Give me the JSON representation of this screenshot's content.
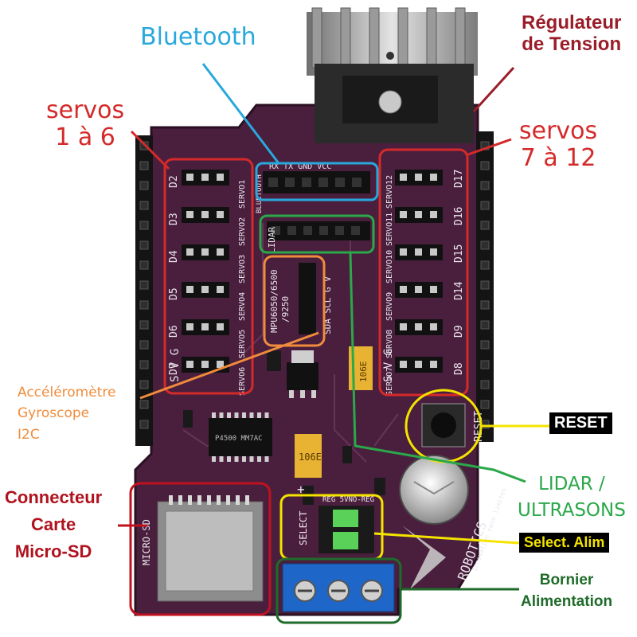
{
  "labels": {
    "bluetooth": "Bluetooth",
    "regulator_line1": "Régulateur",
    "regulator_line2": "de Tension",
    "servos_left_line1": "servos",
    "servos_left_line2": "1 à 6",
    "servos_right_line1": "servos",
    "servos_right_line2": "7 à 12",
    "accel_line1": "Accéléromètre",
    "accel_line2": "Gyroscope",
    "accel_line3": "I2C",
    "reset": "RESET",
    "sd_line1": "Connecteur",
    "sd_line2": "Carte",
    "sd_line3": "Micro-SD",
    "lidar_line1": "LIDAR /",
    "lidar_line2": "ULTRASONS",
    "select_alim": "Select. Alim",
    "bornier_line1": "Bornier",
    "bornier_line2": "Alimentation"
  },
  "silkscreen": {
    "servo_left": [
      "SERVO1",
      "SERVO2",
      "SERVO3",
      "SERVO4",
      "SERVO5",
      "SERVO6"
    ],
    "pins_left": [
      "D2",
      "D3",
      "D4",
      "D5",
      "D6",
      "D7"
    ],
    "servo_right": [
      "SERVO12",
      "SERVO11",
      "SERVO10",
      "SERVO9",
      "SERVO8",
      "SERVO7"
    ],
    "pins_right": [
      "D17",
      "D16",
      "D15",
      "D14",
      "D9",
      "D8"
    ],
    "sgv": "S V G",
    "bt_header": "RX TX GND VCC",
    "bt_vertical": "BLUETOOTH",
    "lidar": "LIDAR",
    "mpu_line1": "MPU6050/6500",
    "mpu_line2": "/9250",
    "i2c_pins": "SDA SCL G V",
    "reset": "RESET",
    "micro_sd": "MICRO-SD",
    "select": "SELECT",
    "reg_switch": "REG 5VNO-REG",
    "cap1": "106E",
    "cap2": "106E",
    "chip": "P4500 MM7AC",
    "brand": "ROBOTICS",
    "brand_sub": "Innovation sans limites",
    "plus": "+"
  },
  "colors": {
    "pcb": "#4a1f3d",
    "red": "#d42a2a",
    "dark_red": "#9a1e2a",
    "blue": "#29a8dc",
    "orange": "#f08c3c",
    "green": "#2aa84a",
    "yellow": "#f4e400",
    "dark_green": "#1f6b2a",
    "terminal_blue": "#1e66c8",
    "jumper_green": "#5ad25a"
  }
}
